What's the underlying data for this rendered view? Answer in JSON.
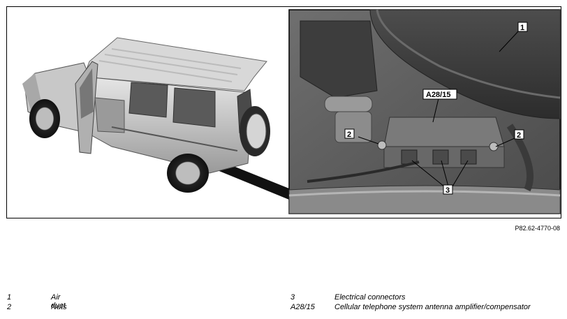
{
  "figure": {
    "callouts": {
      "air_duct": "1",
      "nuts_left": "2",
      "nuts_right": "2",
      "connectors": "3",
      "amplifier": "A28/15"
    }
  },
  "reference_code": "P82.62-4770-08",
  "legend": [
    {
      "key": "1",
      "text": "Air duct"
    },
    {
      "key": "2",
      "text": "Nuts"
    },
    {
      "key": "3",
      "text": "Electrical connectors"
    },
    {
      "key": "A28/15",
      "text": "Cellular telephone system antenna amplifier/compensator"
    }
  ]
}
